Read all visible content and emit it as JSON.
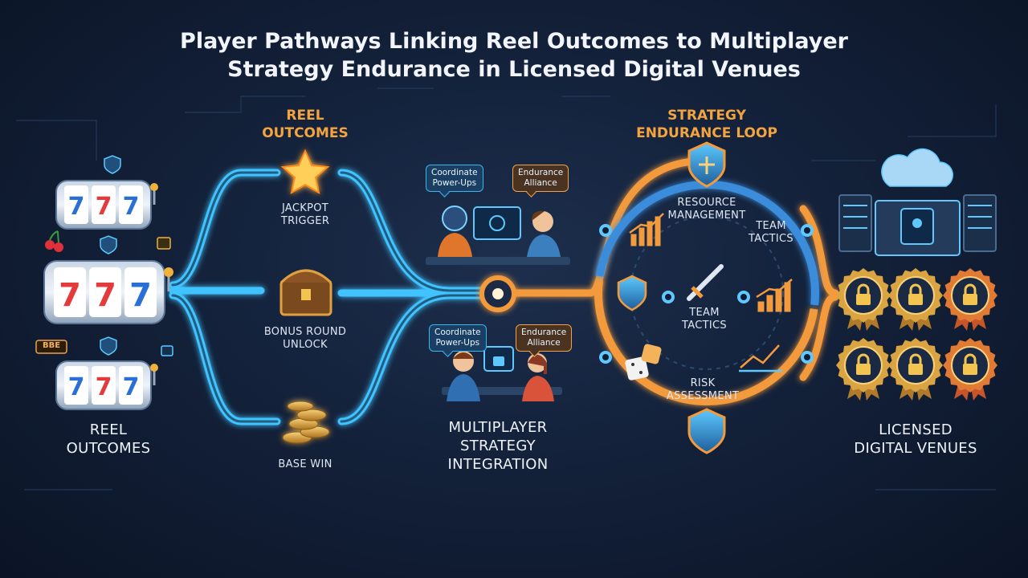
{
  "title": {
    "line1": "Player Pathways Linking Reel Outcomes to Multiplayer",
    "line2": "Strategy Endurance in Licensed Digital Venues"
  },
  "reel_outcomes_heading": {
    "line1": "REEL",
    "line2": "OUTCOMES"
  },
  "outcomes": {
    "jackpot": {
      "line1": "JACKPOT",
      "line2": "TRIGGER"
    },
    "bonus": {
      "line1": "BONUS ROUND",
      "line2": "UNLOCK"
    },
    "base": "BASE WIN"
  },
  "reels": {
    "label": {
      "line1": "REEL",
      "line2": "OUTCOMES"
    },
    "side_tag": "BBE",
    "symbols": "777"
  },
  "multiplayer": {
    "label": {
      "line1": "MULTIPLAYER",
      "line2": "STRATEGY",
      "line3": "INTEGRATION"
    },
    "bubble_coordinate": {
      "line1": "Coordinate",
      "line2": "Power-Ups"
    },
    "bubble_endurance": {
      "line1": "Endurance",
      "line2": "Alliance"
    }
  },
  "loop": {
    "heading": {
      "line1": "STRATEGY",
      "line2": "ENDURANCE LOOP"
    },
    "resource": {
      "line1": "RESOURCE",
      "line2": "MANAGEMENT"
    },
    "team_tactics_right": {
      "line1": "TEAM",
      "line2": "TACTICS"
    },
    "team_tactics_center": {
      "line1": "TEAM",
      "line2": "TACTICS"
    },
    "risk": {
      "line1": "RISK",
      "line2": "ASSESSMENT"
    }
  },
  "venues": {
    "label": {
      "line1": "LICENSED",
      "line2": "DIGITAL VENUES"
    }
  },
  "colors": {
    "blue_path": "#3fc3ff",
    "orange_path": "#f39a3c",
    "gold": "#d9a441"
  }
}
